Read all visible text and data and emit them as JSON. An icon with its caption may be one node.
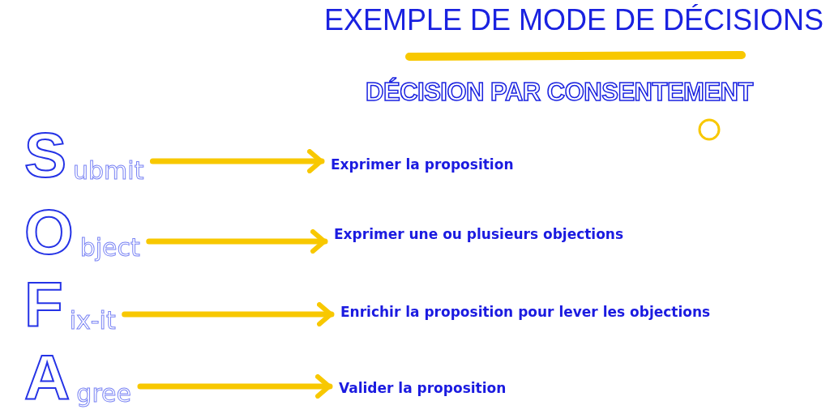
{
  "diagram": {
    "title": "EXEMPLE DE MODE DE DÉCISIONS",
    "nodes": [
      {
        "text": [
          "S",
          "ubmit"
        ]
      },
      {
        "text": [
          "O",
          "bject"
        ]
      },
      {
        "text": [
          "F",
          "ix-it"
        ]
      },
      {
        "text": [
          "A",
          "gree"
        ]
      },
      {
        "text": [
          "Exprimer la proposition"
        ]
      },
      {
        "text": [
          "Exprimer une ou plusieurs objections"
        ]
      },
      {
        "text": [
          "Enrichir la proposition pour lever les objections"
        ]
      },
      {
        "text": [
          "Valider la proposition"
        ]
      }
    ],
    "edges": [
      {
        "from": 0,
        "to": 4,
        "arrow": "to"
      },
      {
        "from": 1,
        "to": 5,
        "arrow": "to"
      },
      {
        "from": 2,
        "to": 6,
        "arrow": "to"
      },
      {
        "from": 3,
        "to": 7,
        "arrow": "to"
      }
    ],
    "labels": [
      "DÉCISION PAR CONSENTEMENT"
    ]
  }
}
